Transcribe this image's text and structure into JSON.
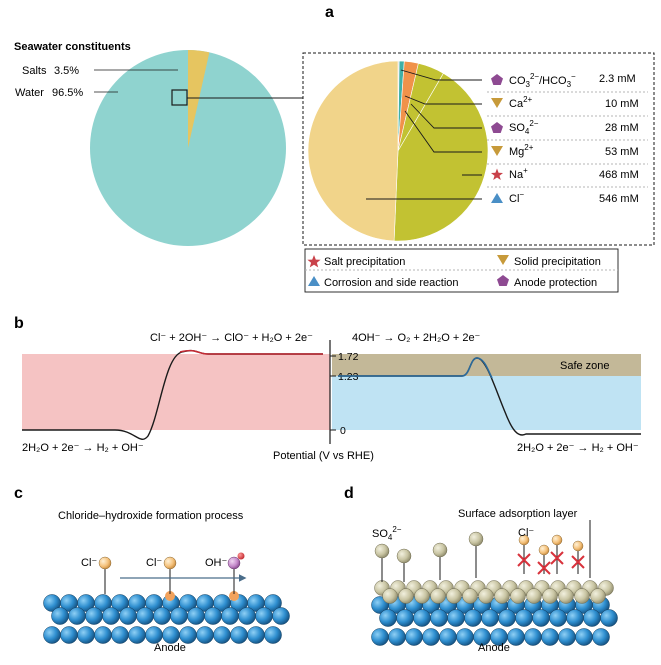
{
  "panels": {
    "a": "a",
    "b": "b",
    "c": "c",
    "d": "d"
  },
  "panel_a": {
    "title": "Seawater constituents",
    "main_pie": {
      "salts_label": "Salts",
      "salts_value": "3.5%",
      "water_label": "Water",
      "water_value": "96.5%",
      "salts_pct": 3.5,
      "water_pct": 96.5,
      "water_color": "#8fd3cf",
      "salts_color": "#e6c560"
    },
    "ions": [
      {
        "formula": "CO3 2−/HCO3 −",
        "value": "2.3 mM",
        "mM": 2.3,
        "marker": "pentagon",
        "marker_color": "#8e4a92",
        "slice_color": "#c8c8c8"
      },
      {
        "formula": "Ca2+",
        "value": "10 mM",
        "mM": 10,
        "marker": "triangle-down",
        "marker_color": "#c79a3a",
        "slice_color": "#3fb0a6"
      },
      {
        "formula": "SO4 2−",
        "value": "28 mM",
        "mM": 28,
        "marker": "pentagon",
        "marker_color": "#8e4a92",
        "slice_color": "#f0924a"
      },
      {
        "formula": "Mg2+",
        "value": "53 mM",
        "mM": 53,
        "marker": "triangle-down",
        "marker_color": "#c79a3a",
        "slice_color": "#c2c232"
      },
      {
        "formula": "Na+",
        "value": "468 mM",
        "mM": 468,
        "marker": "star",
        "marker_color": "#c9424a",
        "slice_color": "#c2c232"
      },
      {
        "formula": "Cl−",
        "value": "546 mM",
        "mM": 546,
        "marker": "triangle-up",
        "marker_color": "#4a8fc6",
        "slice_color": "#f1d48a"
      }
    ],
    "legend": {
      "salt_precipitation": "Salt precipitation",
      "solid_precipitation": "Solid precipitation",
      "corrosion": "Corrosion and side reaction",
      "anode_protection": "Anode protection"
    }
  },
  "panel_b": {
    "left_reaction": "Cl⁻ + 2OH⁻ → ClO⁻ + H₂O + 2e⁻",
    "right_reaction": "4OH⁻ → O₂ + 2H₂O + 2e⁻",
    "bottom_left": "2H₂O + 2e⁻ → H₂ + OH⁻",
    "bottom_right": "2H₂O + 2e⁻ → H₂ + OH⁻",
    "safe_zone": "Safe zone",
    "tick_172": "1.72",
    "tick_123": "1.23",
    "tick_0": "0",
    "x_label": "Potential (V vs RHE)",
    "left_color": "#f5c3c3",
    "right_color": "#bfe3f3",
    "safe_color": "#c3b898"
  },
  "panel_c": {
    "title": "Chloride–hydroxide formation process",
    "cl1": "Cl⁻",
    "cl2": "Cl⁻",
    "oh": "OH⁻",
    "anode": "Anode"
  },
  "panel_d": {
    "so4": "SO₄²⁻",
    "cl": "Cl⁻",
    "layer": "Surface adsorption layer",
    "anode": "Anode"
  }
}
